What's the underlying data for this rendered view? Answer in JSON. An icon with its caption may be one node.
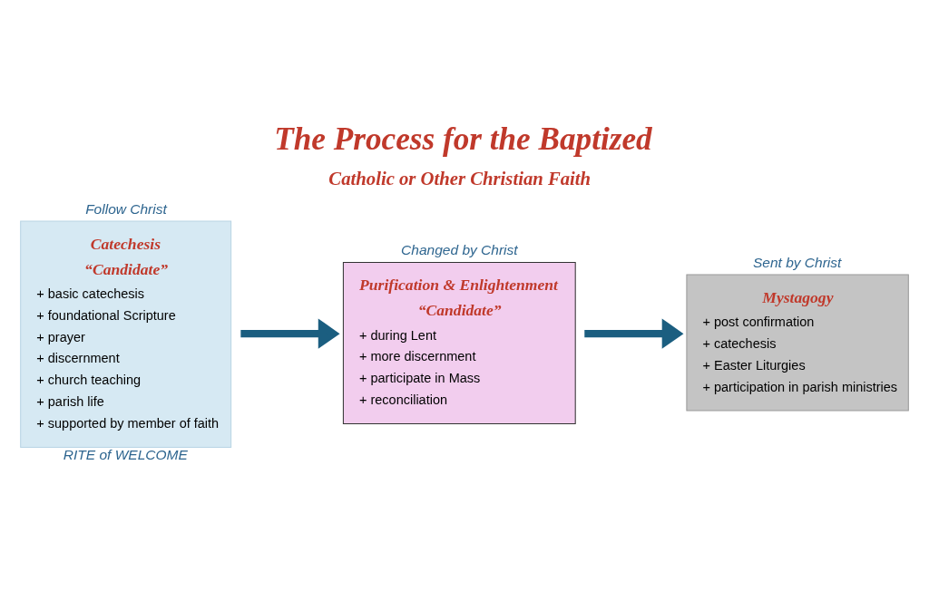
{
  "diagram": {
    "title": "The Process for the Baptized",
    "nodes": [
      {
        "text": [
          "Follow Christ",
          "Catechesis",
          "“Candidate”",
          "+ basic catechesis",
          "+ foundational Scripture",
          "+ prayer",
          "+ discernment",
          "+ church teaching",
          "+ parish life",
          "+ supported by member of faith"
        ],
        "beside": [
          "RITE of WELCOME"
        ]
      },
      {
        "text": [
          "Changed by Christ",
          "Purification & Enlightenment",
          "“Candidate”",
          "+ during Lent",
          "+ more discernment",
          "+ participate in Mass",
          "+ reconciliation"
        ]
      },
      {
        "text": [
          "Sent by Christ",
          "Mystagogy",
          "+ post confirmation",
          "+ catechesis",
          "+ Easter Liturgies",
          "+ participation in parish ministries"
        ]
      }
    ],
    "edges": [
      {
        "from": 0,
        "to": 1,
        "arrow": "to"
      },
      {
        "from": 1,
        "to": 2,
        "arrow": "to"
      }
    ],
    "labels": [
      "Catholic or Other Christian Faith"
    ]
  }
}
